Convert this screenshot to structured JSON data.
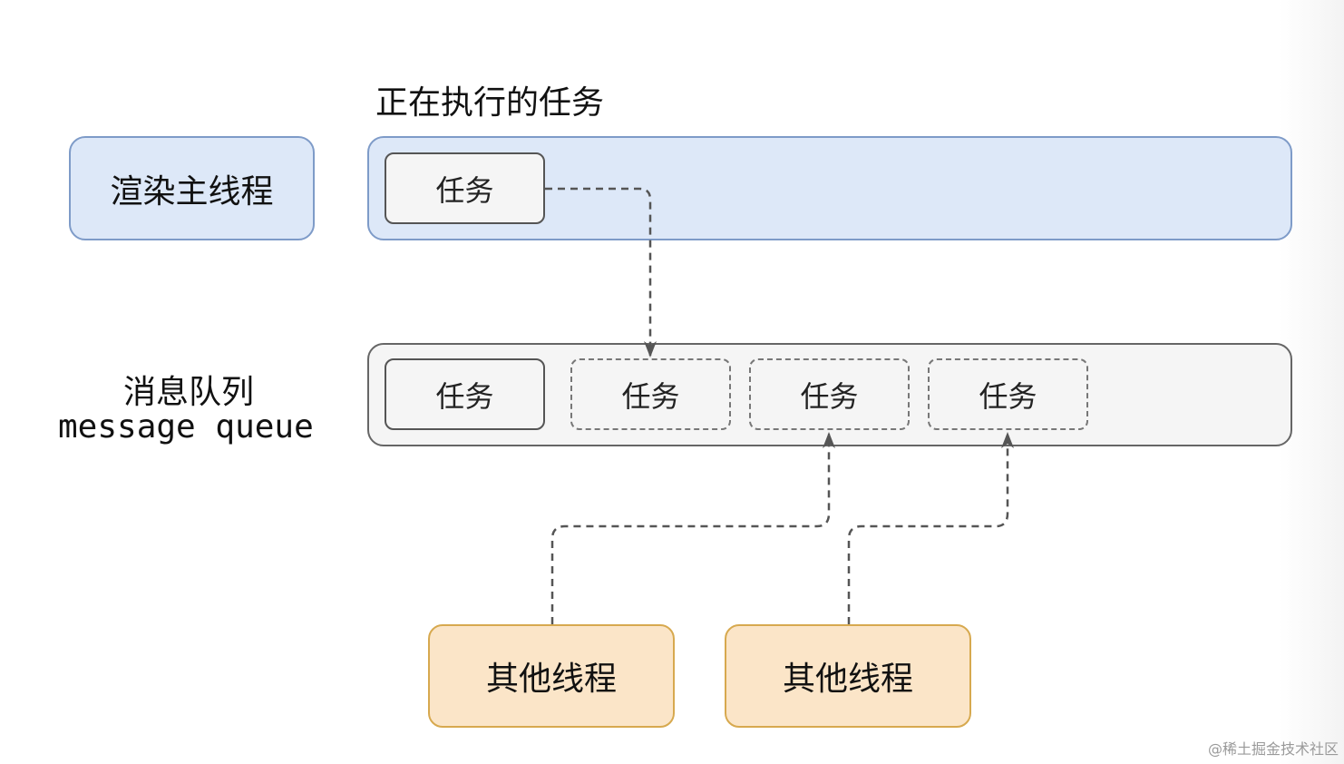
{
  "title_executing": "正在执行的任务",
  "render_thread": "渲染主线程",
  "queue_label_cn": "消息队列",
  "queue_label_en": "message queue",
  "current_task": "任务",
  "queue_tasks": [
    "任务",
    "任务",
    "任务",
    "任务"
  ],
  "other_threads": [
    "其他线程",
    "其他线程"
  ],
  "watermark": "@稀土掘金技术社区",
  "colors": {
    "render_fill": "#dde8f8",
    "render_border": "#7e9bc8",
    "queue_fill": "#f5f5f5",
    "thread_fill": "#fbe5c8",
    "thread_border": "#d7a94f",
    "arrow": "#555555"
  }
}
